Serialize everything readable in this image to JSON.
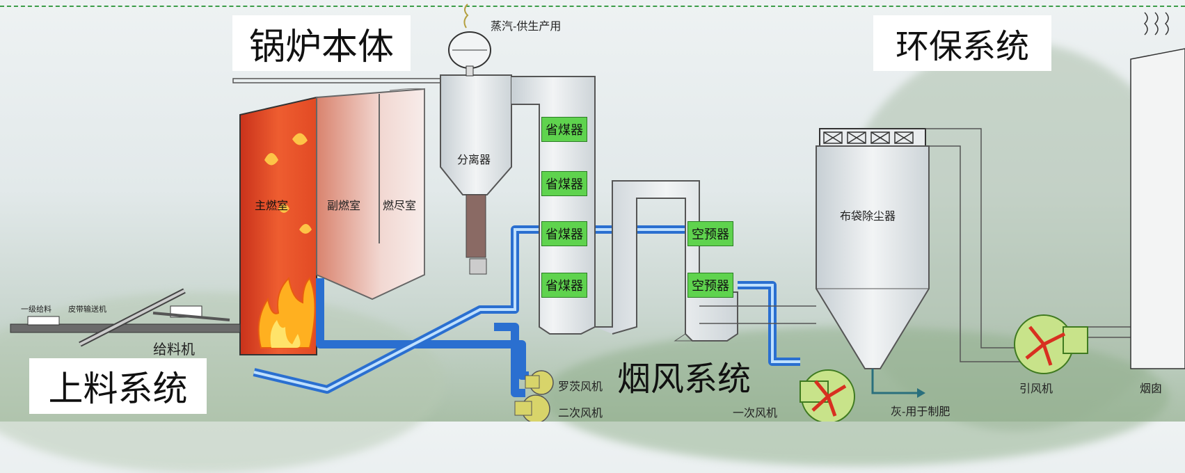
{
  "sections": {
    "boiler_body": "锅炉本体",
    "environmental": "环保系统",
    "feeding": "上料系统",
    "flue_air": "烟风系统"
  },
  "labels": {
    "steam": "蒸汽-供生产用",
    "separator": "分离器",
    "main_chamber": "主燃室",
    "secondary_chamber": "副燃室",
    "burnout_chamber": "燃尽室",
    "economizers": [
      "省煤器",
      "省煤器",
      "省煤器",
      "省煤器"
    ],
    "air_preheaters": [
      "空预器",
      "空预器"
    ],
    "bag_filter": "布袋除尘器",
    "primary_feed": "一级给料",
    "belt_conveyor": "皮带输送机",
    "feeder": "给料机",
    "roots_blower": "罗茨风机",
    "secondary_fan": "二次风机",
    "primary_fan": "一次风机",
    "ash": "灰-用于制肥",
    "induced_fan": "引风机",
    "chimney": "烟囱"
  },
  "colors": {
    "furnace": "#e8502a",
    "economizer": "#5fd34e",
    "air_duct": "#2a6fd0",
    "border": "#3b9c48"
  }
}
